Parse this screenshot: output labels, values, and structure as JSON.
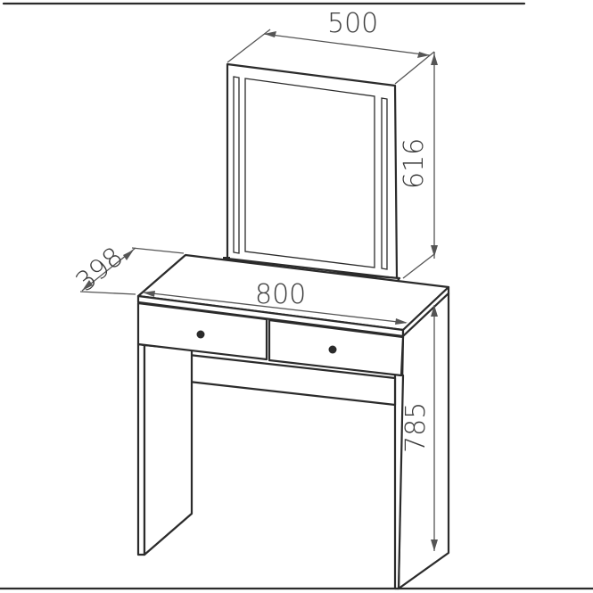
{
  "dimensions": {
    "mirror_width": "500",
    "mirror_height": "616",
    "desk_depth": "398",
    "desk_width": "800",
    "desk_height": "785"
  },
  "colors": {
    "line": "#2b2b2b",
    "dimension": "#555555",
    "background": "#ffffff"
  }
}
